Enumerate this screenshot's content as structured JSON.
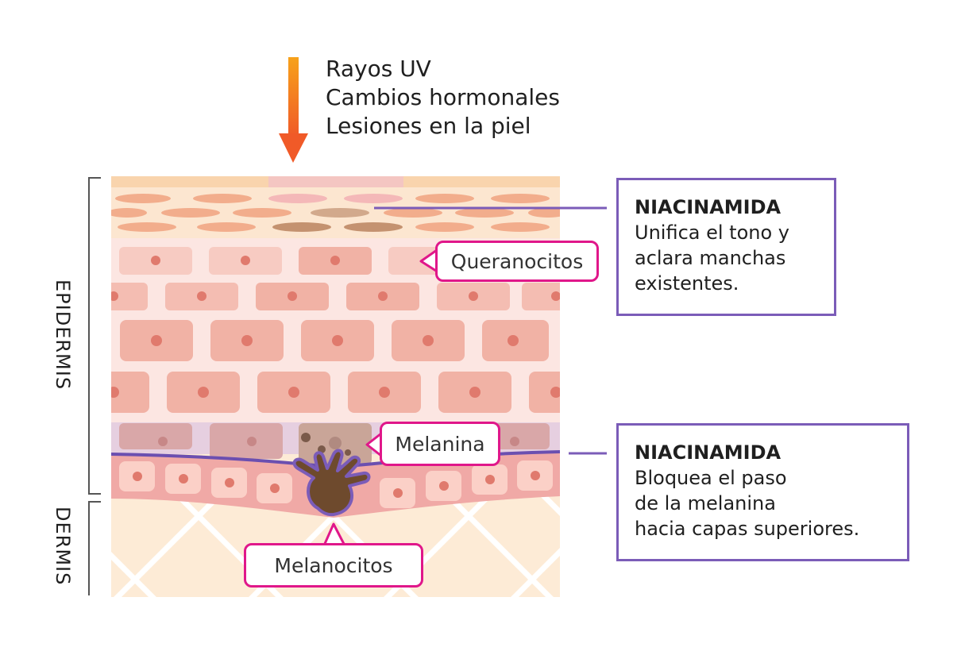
{
  "triggers": [
    "Rayos UV",
    "Cambios hormonales",
    "Lesiones en la piel"
  ],
  "layers": {
    "epidermis": "EPIDERMIS",
    "dermis": "DERMIS"
  },
  "callouts": {
    "keratinocytes": "Queranocitos",
    "melanin": "Melanina",
    "melanocytes": "Melanocitos"
  },
  "info_boxes": [
    {
      "title": "NIACINAMIDA",
      "lines": [
        "Unifica el tono y",
        "aclara manchas",
        "existentes."
      ]
    },
    {
      "title": "NIACINAMIDA",
      "lines": [
        "Bloquea el paso",
        "de la melanina",
        "hacia capas superiores."
      ]
    }
  ],
  "colors": {
    "arrow_top": "#f7a21b",
    "arrow_bottom": "#f05a28",
    "callout_border": "#e0178a",
    "info_border": "#7b5cb8",
    "cell_fill": "#f1b2a5",
    "cell_nucleus": "#e07a6d",
    "dermis": "#fdebd6",
    "melanocyte": "#6e4a2d",
    "membrane": "#6b4fb0"
  }
}
